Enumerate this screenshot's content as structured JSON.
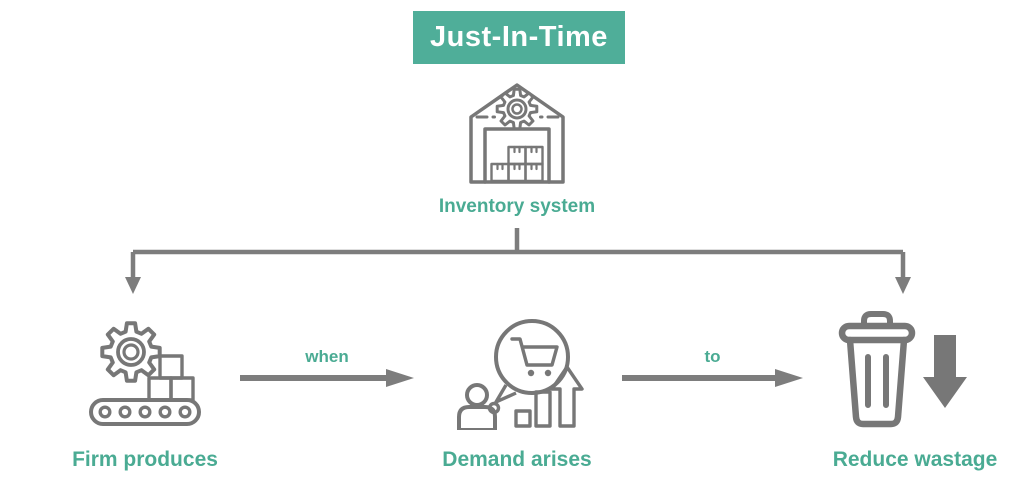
{
  "diagram": {
    "title": "Just-In-Time",
    "root": {
      "icon": "warehouse-gear-icon",
      "label": "Inventory system"
    },
    "nodes": [
      {
        "id": "firm",
        "icon": "factory-conveyor-icon",
        "label": "Firm produces"
      },
      {
        "id": "demand",
        "icon": "demand-shopping-cart-icon",
        "label": "Demand arises"
      },
      {
        "id": "reduce",
        "icon": "trash-decrease-icon",
        "label": "Reduce wastage"
      }
    ],
    "edges": [
      {
        "from": "firm",
        "to": "demand",
        "label": "when"
      },
      {
        "from": "demand",
        "to": "reduce",
        "label": "to"
      }
    ]
  },
  "colors": {
    "teal": "#4FAE99",
    "teal-text": "#4AAB93",
    "icon-gray": "#777777",
    "line-gray": "#7D7D7D",
    "background": "#FFFFFF"
  }
}
